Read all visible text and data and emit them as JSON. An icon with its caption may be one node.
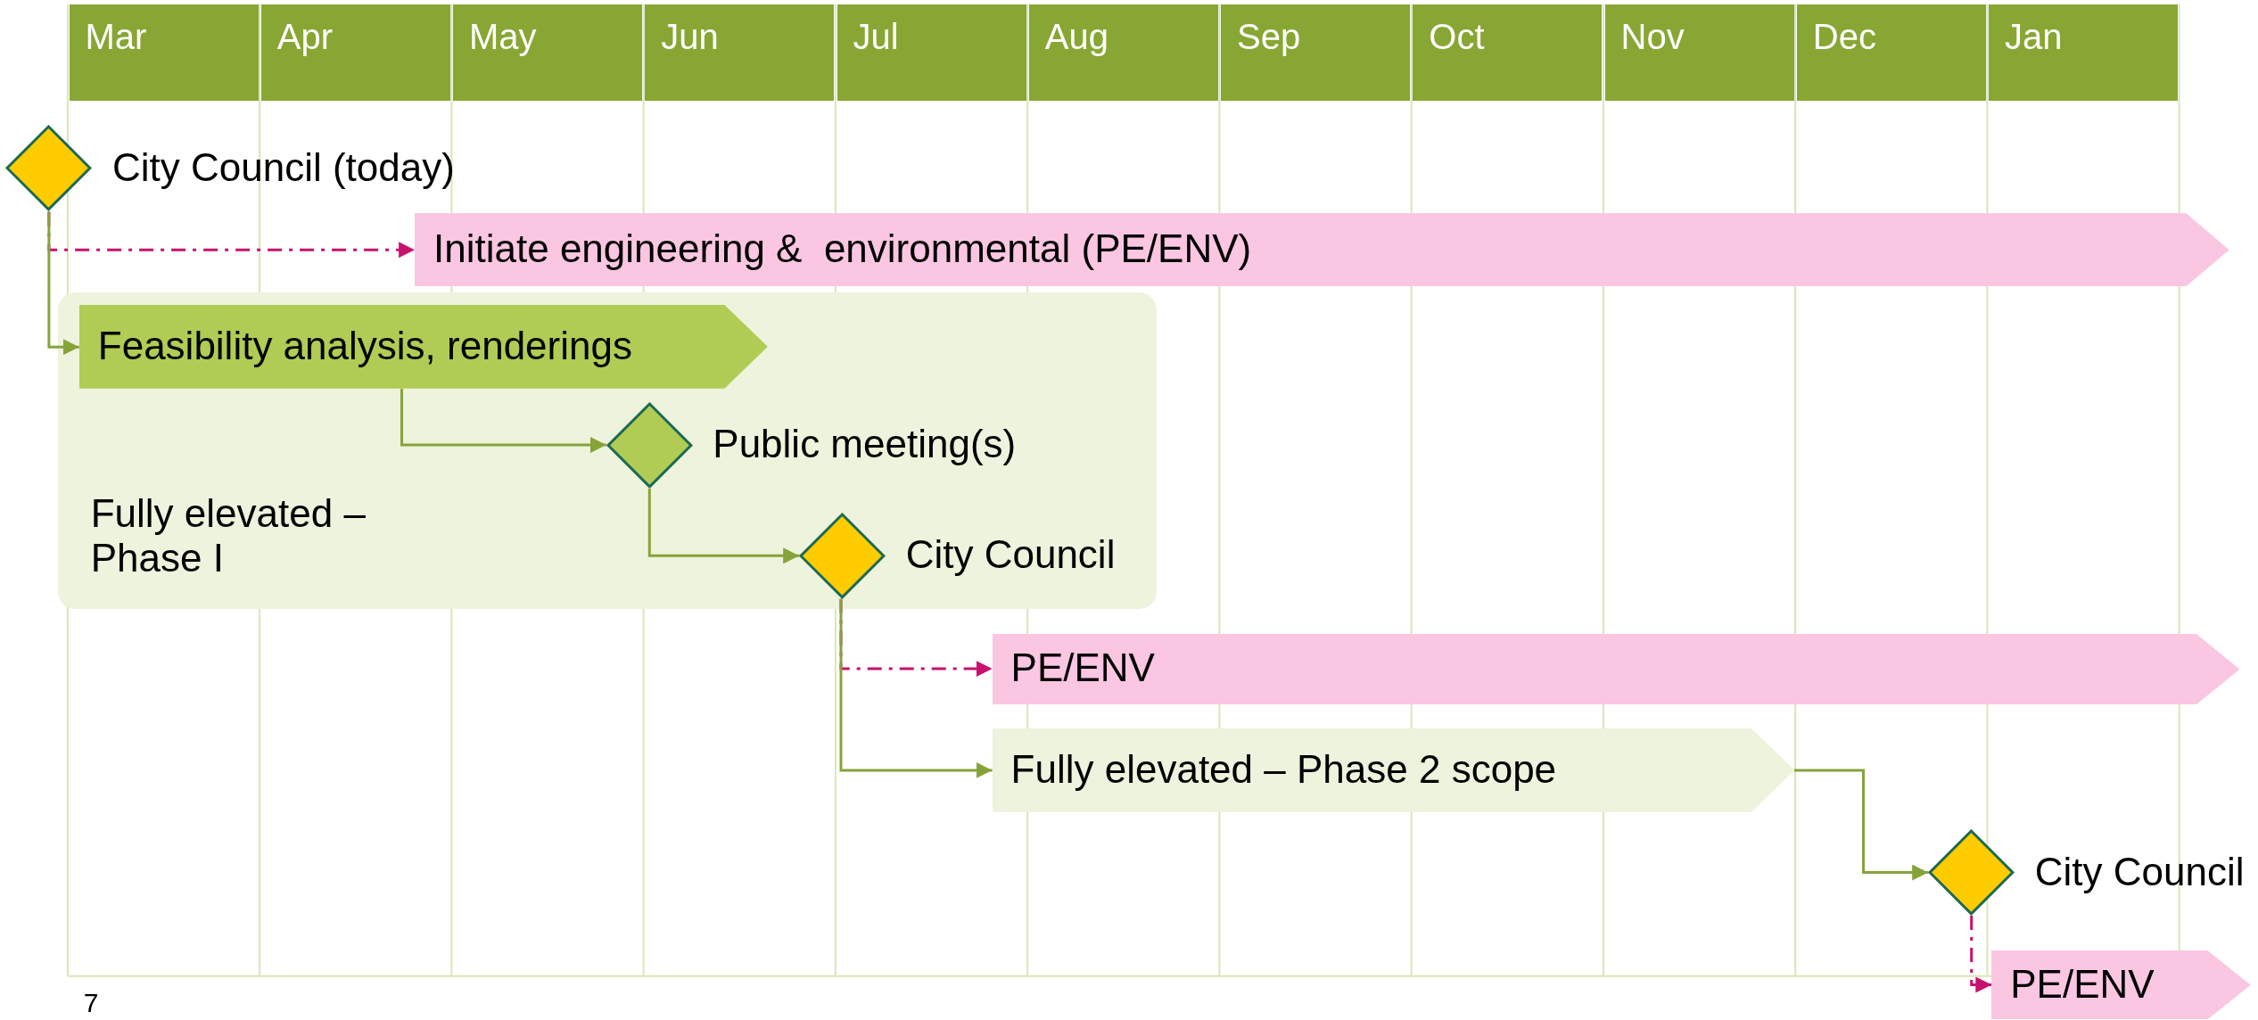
{
  "diagram": {
    "nodes": [
      {
        "text": [
          "City Council (today)"
        ]
      },
      {
        "text": [
          "Initiate engineering &  environmental (PE/ENV)"
        ]
      },
      {
        "text": [
          "Fully elevated – Phase I"
        ]
      },
      {
        "text": [
          "Feasibility analysis, renderings"
        ],
        "in": 2
      },
      {
        "text": [
          "Public meeting(s)"
        ],
        "in": 2
      },
      {
        "text": [
          "City Council"
        ],
        "in": 2
      },
      {
        "text": [
          "PE/ENV"
        ]
      },
      {
        "text": [
          "Fully elevated – Phase 2 scope"
        ]
      },
      {
        "text": [
          "City Council"
        ]
      },
      {
        "text": [
          "PE/ENV"
        ]
      }
    ],
    "edges": [
      {
        "from": 0,
        "to": 1,
        "arrow": "to",
        "style": "dashed",
        "color": "#c8106e"
      },
      {
        "from": 0,
        "to": 3,
        "arrow": "to",
        "color": "#86a33a"
      },
      {
        "from": 3,
        "to": 4,
        "arrow": "to",
        "color": "#86a33a"
      },
      {
        "from": 4,
        "to": 5,
        "arrow": "to",
        "color": "#86a33a"
      },
      {
        "from": 5,
        "to": 6,
        "arrow": "to",
        "style": "dashed",
        "color": "#c8106e"
      },
      {
        "from": 5,
        "to": 7,
        "arrow": "to",
        "color": "#86a33a"
      },
      {
        "from": 7,
        "to": 8,
        "arrow": "to",
        "color": "#86a33a"
      },
      {
        "from": 8,
        "to": 9,
        "arrow": "to",
        "style": "dashed",
        "color": "#c8106e"
      }
    ],
    "labels": [
      "Mar",
      "Apr",
      "May",
      "Jun",
      "Jul",
      "Aug",
      "Sep",
      "Oct",
      "Nov",
      "Dec",
      "Jan",
      "7"
    ]
  }
}
